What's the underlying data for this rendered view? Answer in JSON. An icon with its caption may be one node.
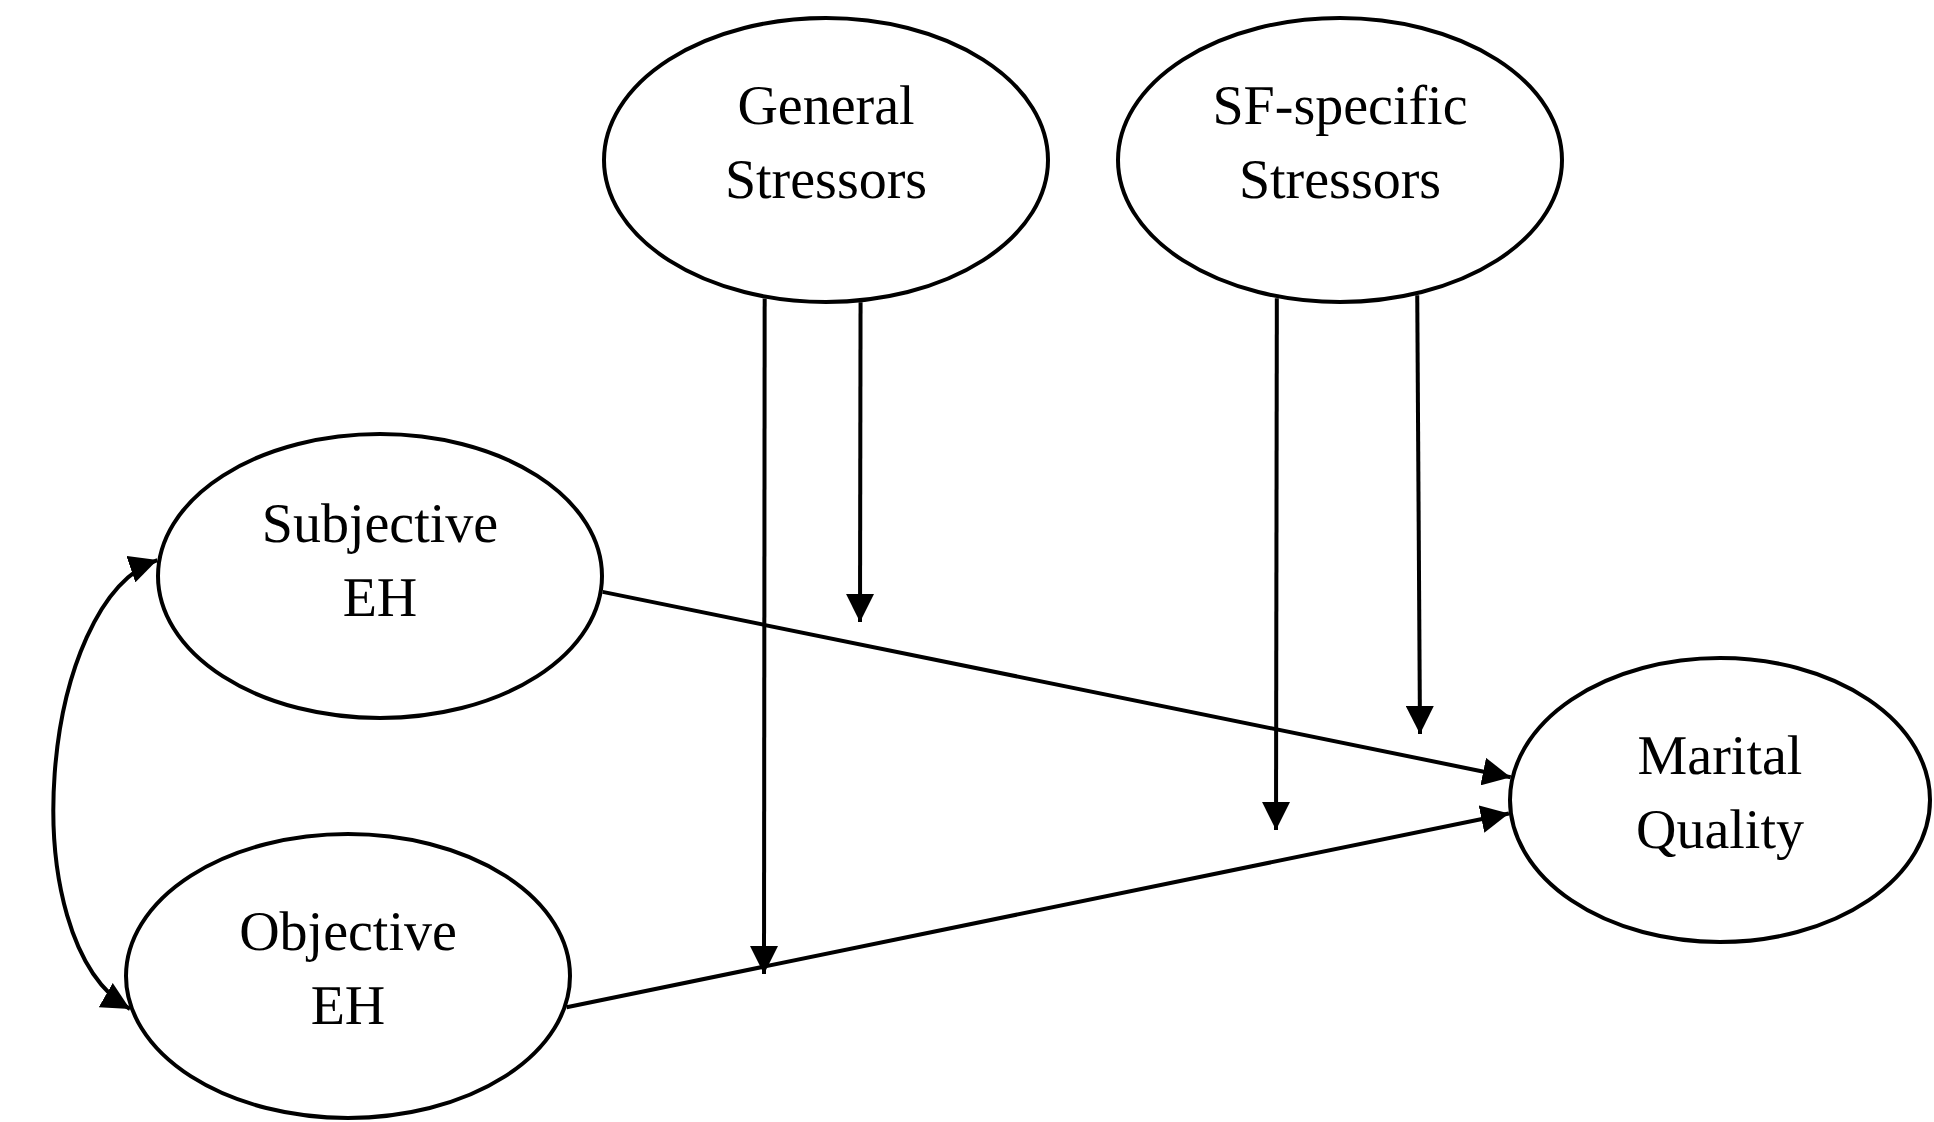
{
  "diagram": {
    "nodes": [
      {
        "text": [
          "General Stressors"
        ]
      },
      {
        "text": [
          "SF-specific Stressors"
        ]
      },
      {
        "text": [
          "Subjective EH"
        ]
      },
      {
        "text": [
          "Objective EH"
        ]
      },
      {
        "text": [
          "Marital Quality"
        ]
      }
    ],
    "edges": [
      {
        "from": 2,
        "to": 4,
        "arrow": "to"
      },
      {
        "from": 3,
        "to": 4,
        "arrow": "to"
      },
      {
        "from": 2,
        "to": 3,
        "arrow": "both"
      },
      {
        "from": 0,
        "to": null,
        "arrow": "to"
      },
      {
        "from": 0,
        "to": null,
        "arrow": "to"
      },
      {
        "from": 1,
        "to": null,
        "arrow": "to"
      },
      {
        "from": 1,
        "to": null,
        "arrow": "to"
      }
    ]
  }
}
